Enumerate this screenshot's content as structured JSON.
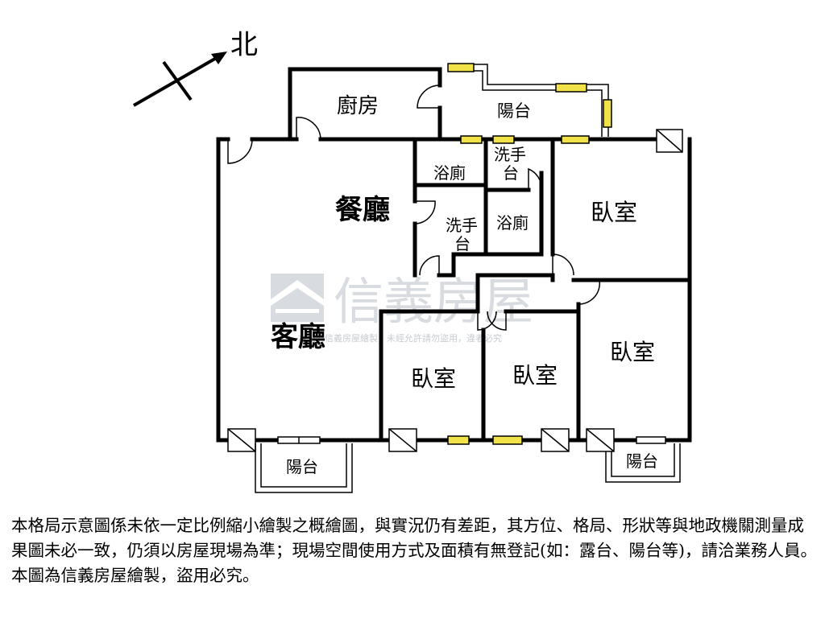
{
  "compass": {
    "label": "北"
  },
  "rooms": {
    "kitchen": "廚房",
    "balcony_top": "陽台",
    "dining": "餐廳",
    "bath_left": "浴廁",
    "sink_top_line1": "洗手",
    "sink_top_line2": "台",
    "sink_mid_line1": "洗手",
    "sink_mid_line2": "台",
    "bath_right": "浴廁",
    "bedroom_ne": "臥室",
    "living": "客廳",
    "bedroom_a": "臥室",
    "bedroom_b": "臥室",
    "bedroom_se": "臥室",
    "balcony_sw": "陽台",
    "balcony_se": "陽台"
  },
  "watermark": {
    "brand": "信義房屋",
    "notice": "本圖為信義房屋繪製，未經允許請勿盜用，違者必究"
  },
  "disclaimer": "本格局示意圖係未依一定比例縮小繪製之概繪圖，與實況仍有差距，其方位、格局、形狀等與地政機關測量成果圖未必一致，仍須以房屋現場為準；現場空間使用方式及面積有無登記(如：露台、陽台等)，請洽業務人員。本圖為信義房屋繪製，盜用必究。",
  "colors": {
    "wall": "#000000",
    "window_fill": "#f2e24a",
    "watermark": "#b9bfc6"
  }
}
